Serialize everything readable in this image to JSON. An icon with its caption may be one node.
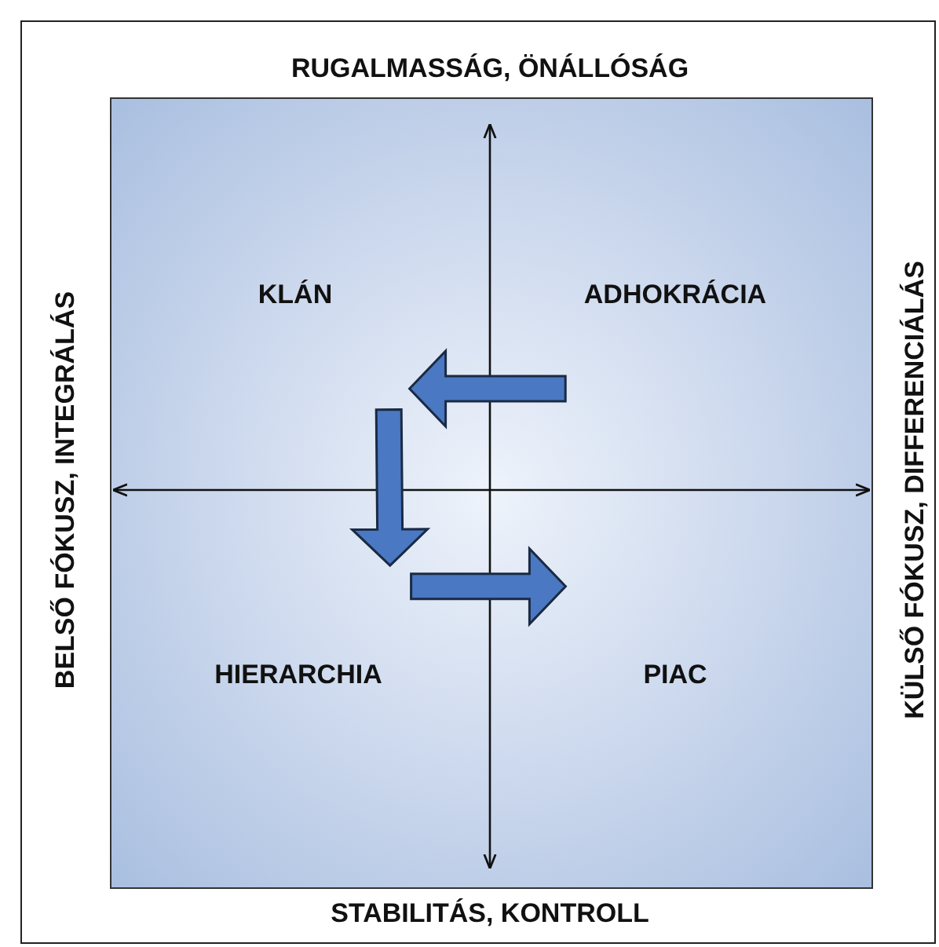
{
  "diagram": {
    "nodes": [
      {
        "text": [
          "KLÁN"
        ]
      },
      {
        "text": [
          "ADHOKRÁCIA"
        ]
      },
      {
        "text": [
          "HIERARCHIA"
        ]
      },
      {
        "text": [
          "PIAC"
        ]
      }
    ],
    "edges": [
      {
        "from": 1,
        "to": 0,
        "arrow": "to"
      },
      {
        "from": 0,
        "to": 2,
        "arrow": "to"
      },
      {
        "from": 2,
        "to": 3,
        "arrow": "to"
      }
    ],
    "labels": [
      "RUGALMASSÁG, ÖNÁLLÓSÁG",
      "BELSŐ FÓKUSZ, INTEGRÁLÁS",
      "KÜLSŐ FÓKUSZ, DIFFERENCIÁLÁS",
      "STABILITÁS, KONTROLL"
    ]
  }
}
